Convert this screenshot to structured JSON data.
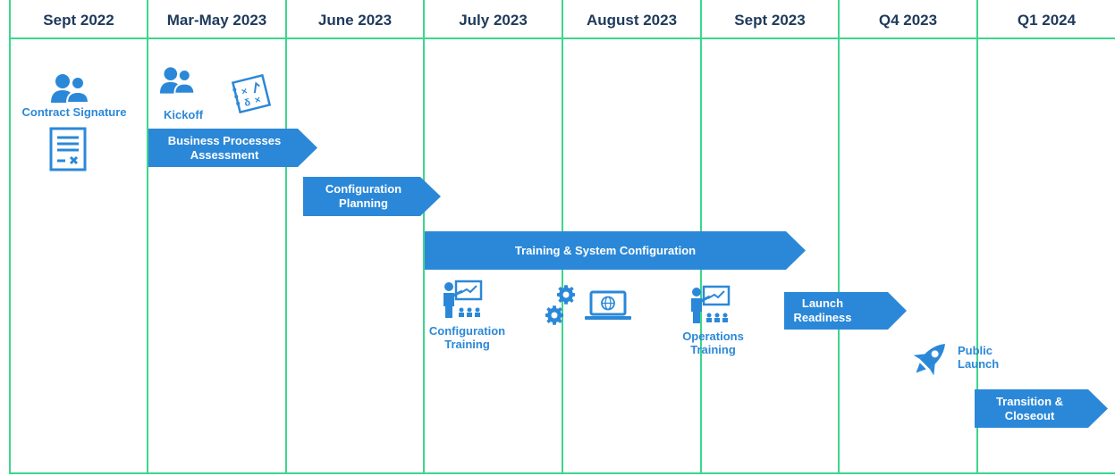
{
  "columns": [
    "Sept 2022",
    "Mar-May 2023",
    "June 2023",
    "July 2023",
    "August 2023",
    "Sept 2023",
    "Q4 2023",
    "Q1 2024"
  ],
  "milestones": {
    "contract_signature": "Contract Signature",
    "kickoff": "Kickoff",
    "configuration_training": "Configuration\nTraining",
    "operations_training": "Operations\nTraining",
    "public_launch": "Public\nLaunch"
  },
  "phases": {
    "business_processes": "Business Processes\nAssessment",
    "configuration_planning": "Configuration\nPlanning",
    "training_system_config": "Training & System Configuration",
    "launch_readiness": "Launch\nReadiness",
    "transition_closeout": "Transition &\nCloseout"
  },
  "colors": {
    "accent": "#2b88d8",
    "grid": "#3dd68c",
    "header_text": "#1e3a5c"
  },
  "icons": [
    "people-icon",
    "strategy-board-icon",
    "contract-document-icon",
    "trainer-presentation-icon",
    "gears-icon",
    "laptop-globe-icon",
    "rocket-icon"
  ]
}
